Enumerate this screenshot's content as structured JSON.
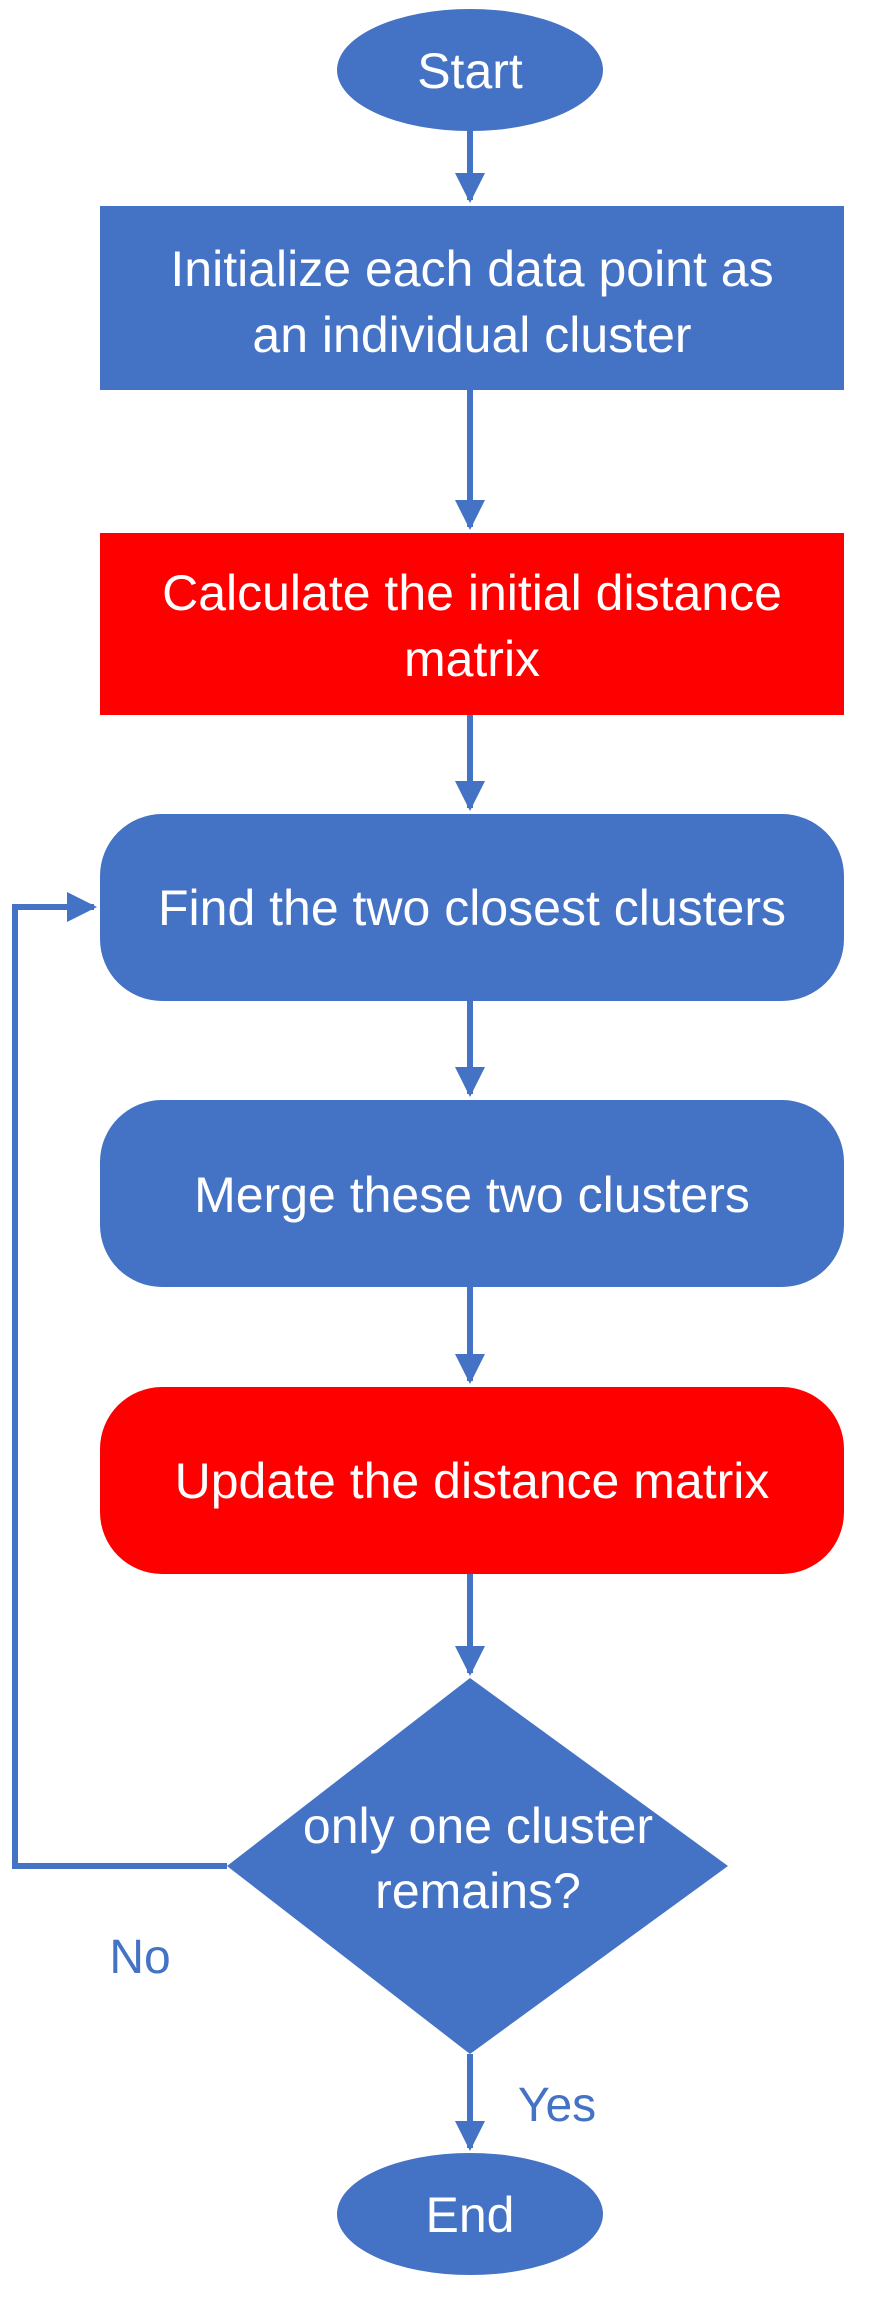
{
  "colors": {
    "blue": "#4472c4",
    "red": "#ff0000",
    "text_on_shape": "#ffffff",
    "arrow": "#4472c4"
  },
  "nodes": {
    "start": {
      "label": "Start",
      "shape": "ellipse",
      "fill": "blue"
    },
    "initialize": {
      "lines": [
        "Initialize each data point as",
        "an individual cluster"
      ],
      "shape": "rectangle",
      "fill": "blue"
    },
    "calculate": {
      "lines": [
        "Calculate the initial distance",
        "matrix"
      ],
      "shape": "rectangle",
      "fill": "red"
    },
    "find": {
      "label": "Find the two closest clusters",
      "shape": "rounded-rectangle",
      "fill": "blue"
    },
    "merge": {
      "label": "Merge these two clusters",
      "shape": "rounded-rectangle",
      "fill": "blue"
    },
    "update": {
      "label": "Update the distance matrix",
      "shape": "rounded-rectangle",
      "fill": "red"
    },
    "decision": {
      "lines": [
        "only one cluster",
        "remains?"
      ],
      "shape": "diamond",
      "fill": "blue"
    },
    "end": {
      "label": "End",
      "shape": "ellipse",
      "fill": "blue"
    }
  },
  "edges": {
    "no_label": "No",
    "yes_label": "Yes"
  }
}
